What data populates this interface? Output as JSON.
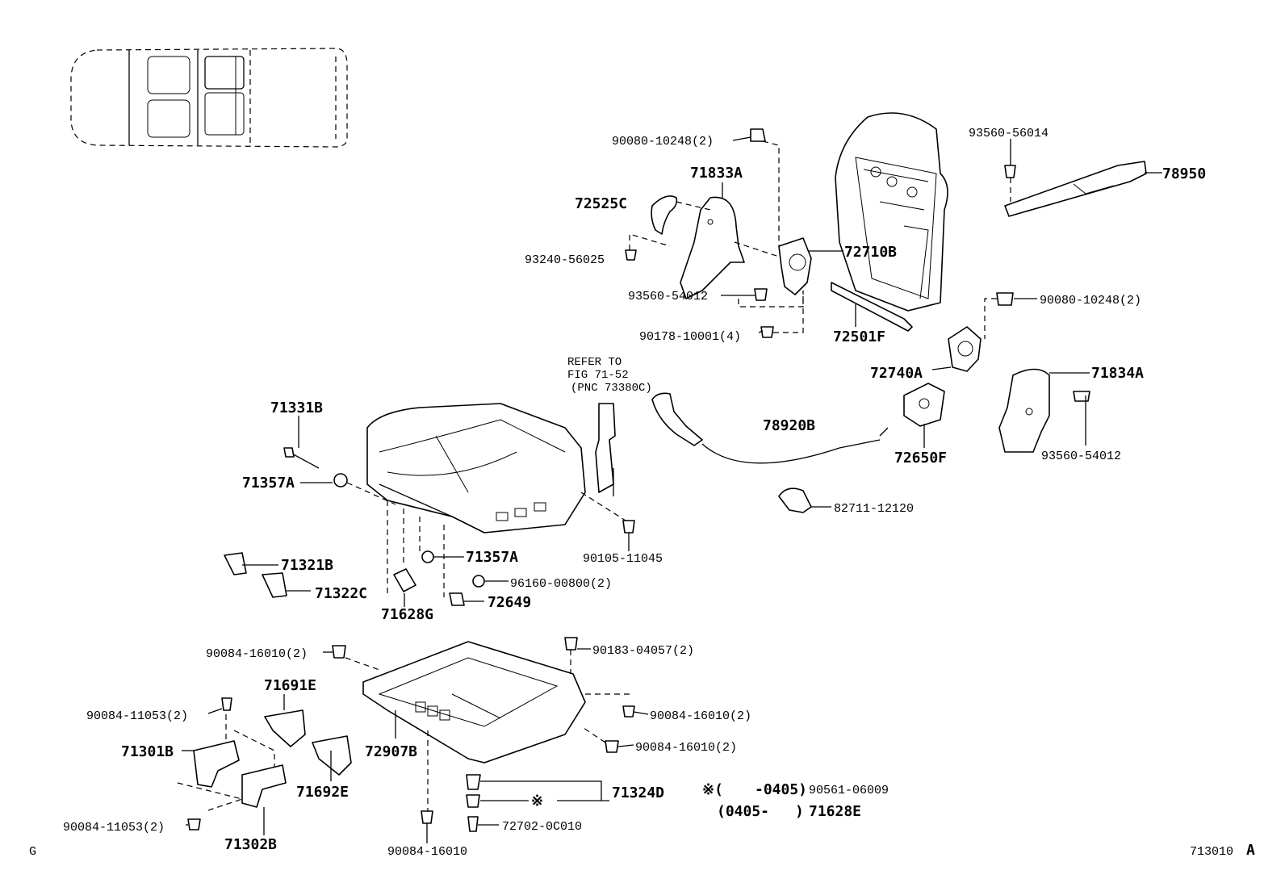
{
  "labels": {
    "p90080_10248_top": "90080-10248(2)",
    "p71833A": "71833A",
    "p72525C": "72525C",
    "p93240_56025": "93240-56025",
    "p93560_54012_top": "93560-54012",
    "p90178_10001": "90178-10001(4)",
    "p72710B": "72710B",
    "p72501F": "72501F",
    "p93560_56014": "93560-56014",
    "p78950": "78950",
    "p90080_10248_right": "90080-10248(2)",
    "p72740A": "72740A",
    "p71834A": "71834A",
    "p93560_54012_right": "93560-54012",
    "p78920B": "78920B",
    "p72650F": "72650F",
    "p82711_12120": "82711-12120",
    "p71331B": "71331B",
    "p71357A_left": "71357A",
    "p71357A_mid": "71357A",
    "p90105_11045": "90105-11045",
    "p96160_00800": "96160-00800(2)",
    "p71321B": "71321B",
    "p71322C": "71322C",
    "p72649": "72649",
    "p71628G": "71628G",
    "p90084_16010_a": "90084-16010(2)",
    "p90183_04057": "90183-04057(2)",
    "p71691E": "71691E",
    "p90084_11053_top": "90084-11053(2)",
    "p90084_16010_b": "90084-16010(2)",
    "p90084_16010_c": "90084-16010(2)",
    "p71301B": "71301B",
    "p72907B": "72907B",
    "p71692E": "71692E",
    "p71324D": "71324D",
    "p90561_06009": "90561-06009",
    "p71628E": "71628E",
    "p72702_0C010": "72702-0C010",
    "p90084_11053_bottom": "90084-11053(2)",
    "p71302B": "71302B",
    "p90084_16010_bottom": "90084-16010"
  },
  "notes": {
    "refer_line1": "REFER TO",
    "refer_line2": "FIG 71-52",
    "refer_line3": "(PNC 73380C)",
    "asterisk": "※",
    "range_a_open": "※(",
    "range_a_value": "-0405)",
    "range_b_open": "(0405-",
    "range_b_close": ")"
  },
  "footer": {
    "left_code": "G",
    "figure_number": "713010",
    "figure_suffix": "A"
  }
}
